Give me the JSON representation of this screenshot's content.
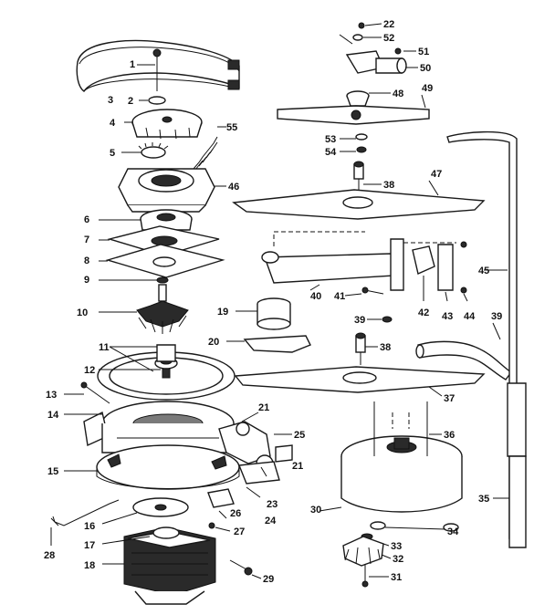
{
  "callouts": [
    {
      "id": "c1",
      "text": "1"
    },
    {
      "id": "c2",
      "text": "2"
    },
    {
      "id": "c3",
      "text": "3"
    },
    {
      "id": "c4",
      "text": "4"
    },
    {
      "id": "c5",
      "text": "5"
    },
    {
      "id": "c6",
      "text": "6"
    },
    {
      "id": "c7",
      "text": "7"
    },
    {
      "id": "c8",
      "text": "8"
    },
    {
      "id": "c9",
      "text": "9"
    },
    {
      "id": "c10",
      "text": "10"
    },
    {
      "id": "c11",
      "text": "11"
    },
    {
      "id": "c12",
      "text": "12"
    },
    {
      "id": "c13",
      "text": "13"
    },
    {
      "id": "c14",
      "text": "14"
    },
    {
      "id": "c15",
      "text": "15"
    },
    {
      "id": "c16",
      "text": "16"
    },
    {
      "id": "c17",
      "text": "17"
    },
    {
      "id": "c18",
      "text": "18"
    },
    {
      "id": "c19",
      "text": "19"
    },
    {
      "id": "c20",
      "text": "20"
    },
    {
      "id": "c21a",
      "text": "21"
    },
    {
      "id": "c21b",
      "text": "21"
    },
    {
      "id": "c22",
      "text": "22"
    },
    {
      "id": "c23",
      "text": "23"
    },
    {
      "id": "c24",
      "text": "24"
    },
    {
      "id": "c25",
      "text": "25"
    },
    {
      "id": "c26",
      "text": "26"
    },
    {
      "id": "c27",
      "text": "27"
    },
    {
      "id": "c28",
      "text": "28"
    },
    {
      "id": "c29",
      "text": "29"
    },
    {
      "id": "c30",
      "text": "30"
    },
    {
      "id": "c31",
      "text": "31"
    },
    {
      "id": "c32",
      "text": "32"
    },
    {
      "id": "c33",
      "text": "33"
    },
    {
      "id": "c34",
      "text": "34"
    },
    {
      "id": "c35",
      "text": "35"
    },
    {
      "id": "c36",
      "text": "36"
    },
    {
      "id": "c37",
      "text": "37"
    },
    {
      "id": "c38a",
      "text": "38"
    },
    {
      "id": "c38b",
      "text": "38"
    },
    {
      "id": "c39a",
      "text": "39"
    },
    {
      "id": "c39b",
      "text": "39"
    },
    {
      "id": "c40",
      "text": "40"
    },
    {
      "id": "c41",
      "text": "41"
    },
    {
      "id": "c42",
      "text": "42"
    },
    {
      "id": "c43",
      "text": "43"
    },
    {
      "id": "c44",
      "text": "44"
    },
    {
      "id": "c45",
      "text": "45"
    },
    {
      "id": "c46",
      "text": "46"
    },
    {
      "id": "c47",
      "text": "47"
    },
    {
      "id": "c48",
      "text": "48"
    },
    {
      "id": "c49",
      "text": "49"
    },
    {
      "id": "c50",
      "text": "50"
    },
    {
      "id": "c51",
      "text": "51"
    },
    {
      "id": "c52",
      "text": "52"
    },
    {
      "id": "c53",
      "text": "53"
    },
    {
      "id": "c54",
      "text": "54"
    },
    {
      "id": "c55",
      "text": "55"
    }
  ]
}
